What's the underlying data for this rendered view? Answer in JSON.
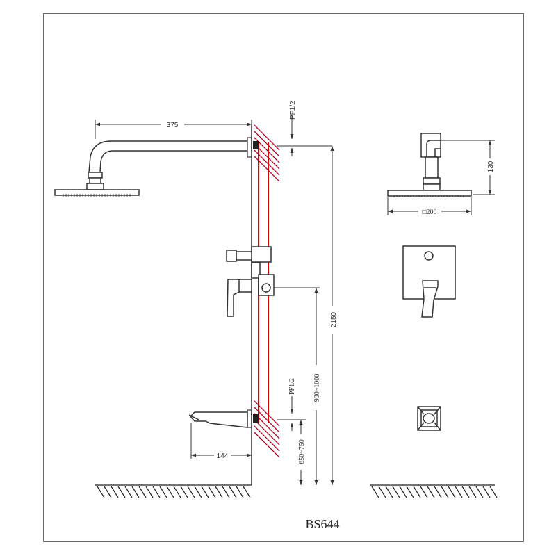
{
  "drawing": {
    "model": "BS644",
    "dimensions": {
      "arm_length": "375",
      "total_height": "2150",
      "valve_height": "900~1000",
      "spout_height": "650~750",
      "spout_length": "144",
      "head_height": "130",
      "head_size": "□200"
    },
    "connections": {
      "top_thread": "PF1/2",
      "bottom_thread": "PF1/2"
    }
  },
  "colors": {
    "line": "#333333",
    "pipe": "#e00000",
    "hatch": "#b00020"
  }
}
